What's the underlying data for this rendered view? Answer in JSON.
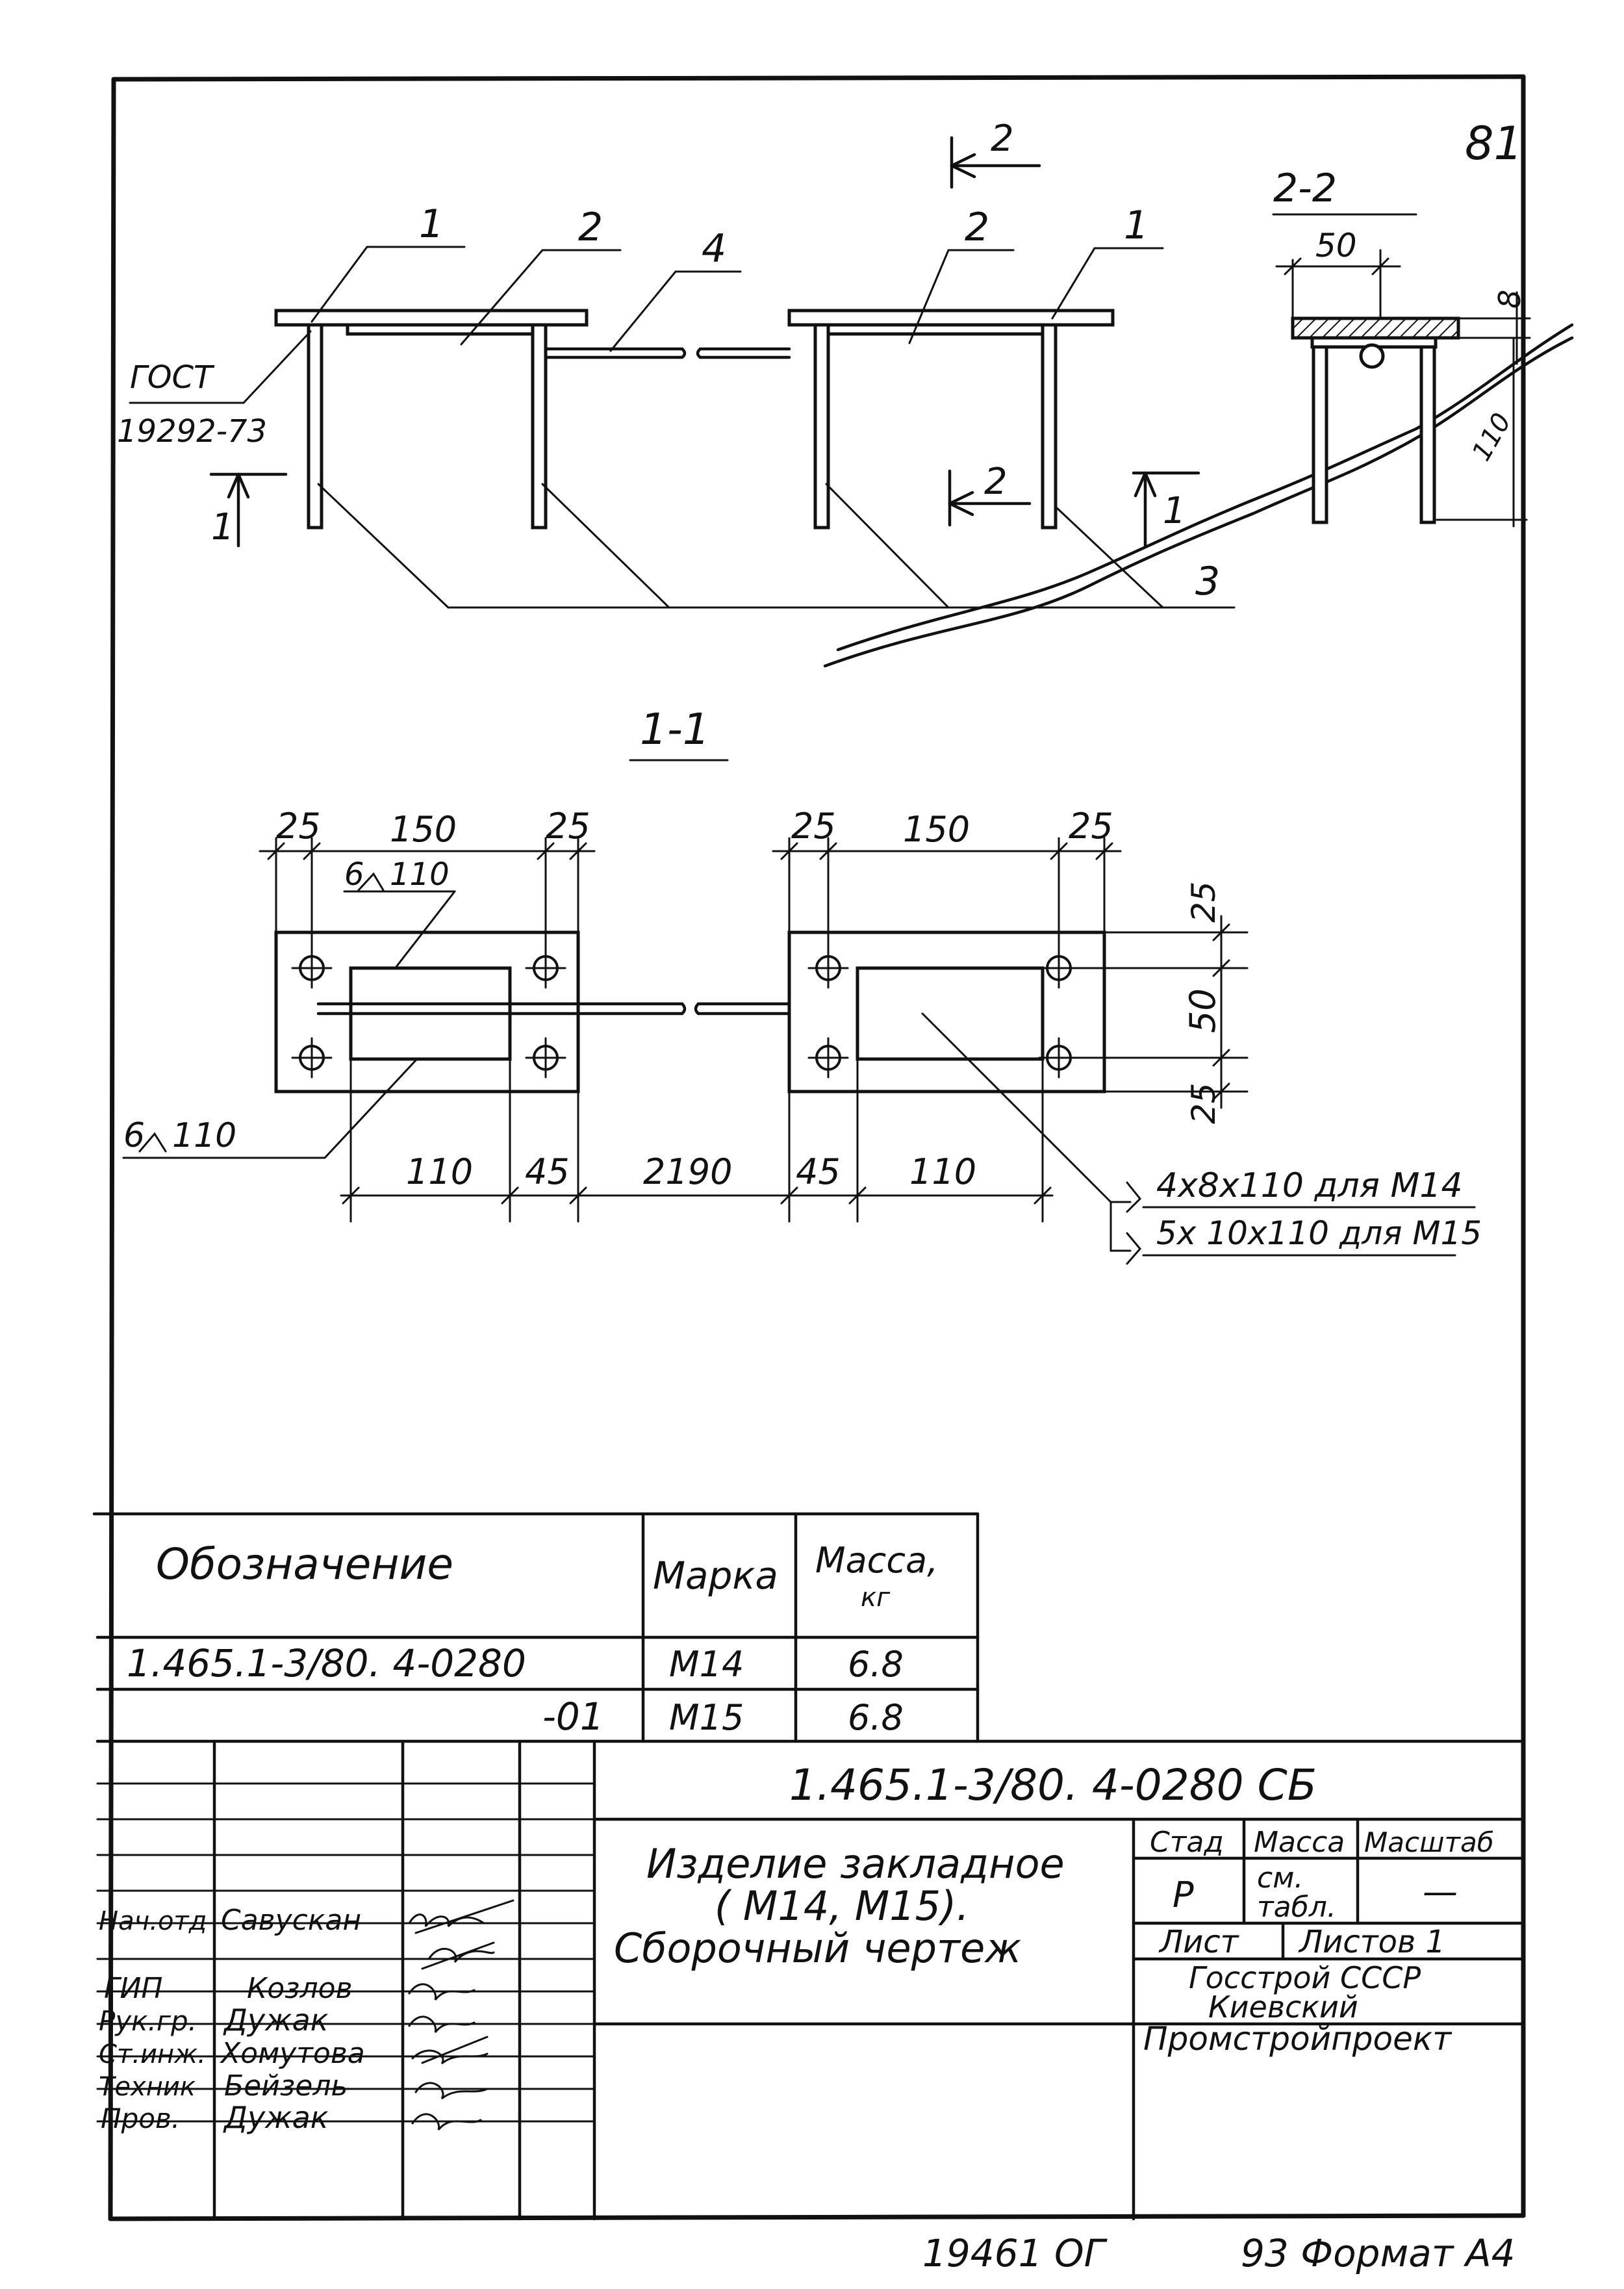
{
  "sheet_number": "81",
  "section_marks": {
    "top_2": "2",
    "mid_2": "2",
    "left_1": "1",
    "right_1": "1",
    "section_2_2": "2-2",
    "section_1_1": "1-1"
  },
  "leaders": {
    "p1_left": "1",
    "p2_left": "2",
    "p4": "4",
    "p2_right": "2",
    "p1_right": "1",
    "p3": "3"
  },
  "gost": [
    "ГОСТ",
    "19292-73"
  ],
  "section_2_2_dims": {
    "width": "50",
    "thickness": "8",
    "height": "110"
  },
  "plan_dims": {
    "left_top": [
      "25",
      "150",
      "25"
    ],
    "right_top": [
      "25",
      "150",
      "25"
    ],
    "right_vert": [
      "25",
      "50",
      "25"
    ],
    "bottom": [
      "110",
      "45",
      "2190",
      "45",
      "110"
    ],
    "weld_top_size": "6",
    "weld_top_len": "110",
    "weld_bottom_size": "6",
    "weld_bottom_len": "110",
    "weld_note_m14": "4x8x110 для М14",
    "weld_note_m15": "5x 10x110 для М15"
  },
  "spec_table": {
    "headers": {
      "designation": "Обозначение",
      "mark": "Марка",
      "mass": "Масса,",
      "mass_unit": "кг"
    },
    "rows": [
      {
        "designation": "1.465.1-3/80. 4-0280",
        "mark": "М14",
        "mass": "6.8"
      },
      {
        "designation": "-01",
        "mark": "М15",
        "mass": "6.8"
      }
    ]
  },
  "title_block": {
    "doc_code": "1.465.1-3/80. 4-0280 СБ",
    "title_lines": [
      "Изделие закладное",
      "( М14, М15).",
      "Сборочный чертеж"
    ],
    "stage_label": "Стад",
    "mass_label": "Масса",
    "scale_label": "Масштаб",
    "stage_value": "Р",
    "mass_value": [
      "см.",
      "табл."
    ],
    "scale_value": "—",
    "sheet_label": "Лист",
    "sheets_label": "Листов 1",
    "org_lines": [
      "Госстрой СССР",
      "Киевский",
      "Промстройпроект"
    ],
    "people": [
      {
        "role": "Нач.отд",
        "name": "Савускан"
      },
      {
        "role": "ГИП",
        "name": "Козлов"
      },
      {
        "role": "Рук.гр.",
        "name": "Дужак"
      },
      {
        "role": "Ст.инж.",
        "name": "Хомутова"
      },
      {
        "role": "Техник",
        "name": "Бейзель"
      },
      {
        "role": "Пров.",
        "name": "Дужак"
      }
    ]
  },
  "footer": {
    "copied": "19461 ОГ",
    "format": "93 Формат А4"
  }
}
